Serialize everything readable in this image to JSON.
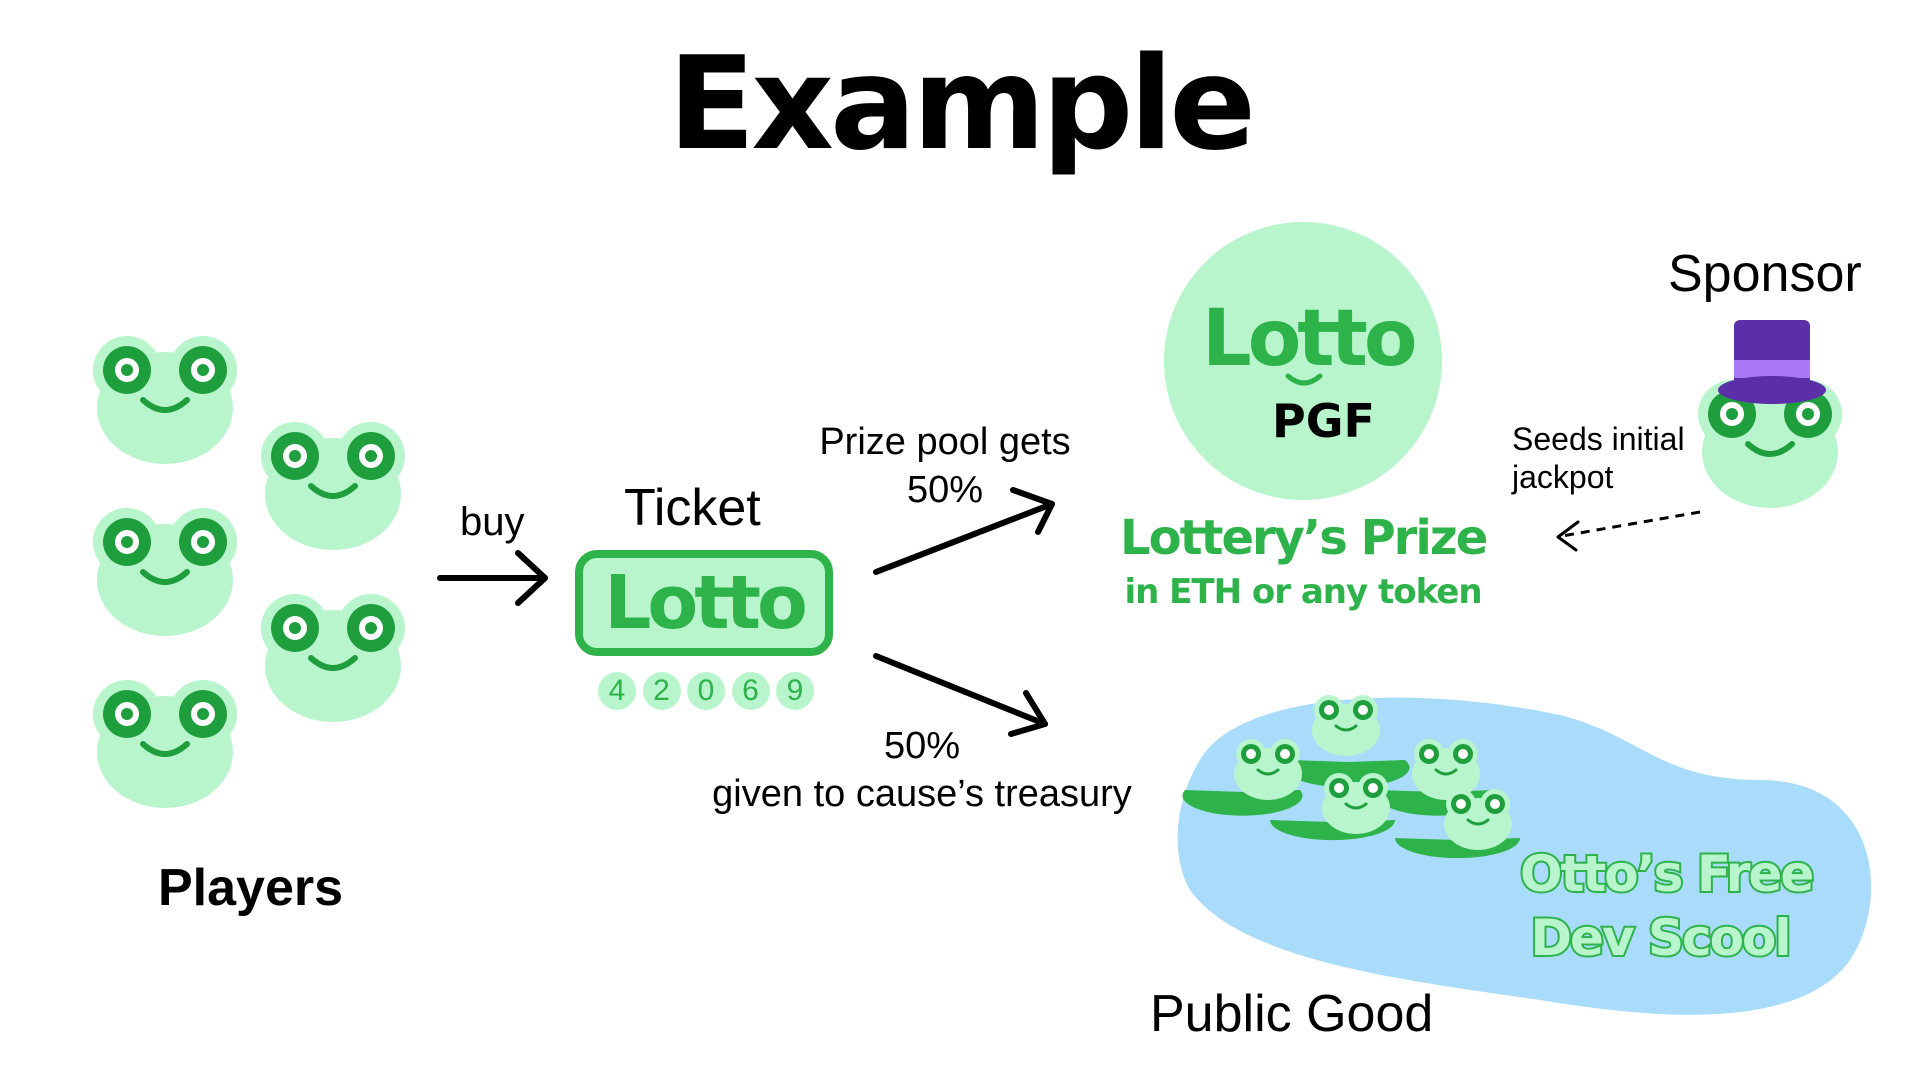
{
  "title": "Example",
  "players": {
    "label": "Players"
  },
  "buy": {
    "label": "buy"
  },
  "ticket": {
    "label": "Ticket",
    "logo_text": "Lotto",
    "numbers": [
      "4",
      "2",
      "0",
      "6",
      "9"
    ]
  },
  "prize_arrow": {
    "line1": "Prize pool gets",
    "line2": "50%"
  },
  "treasury_arrow": {
    "line1": "50%",
    "line2": "given to cause’s treasury"
  },
  "lotto_pgf": {
    "logo_text": "Lotto",
    "sub_text": "PGF"
  },
  "prize": {
    "title": "Lottery’s Prize",
    "subtitle": "in ETH or any token"
  },
  "sponsor": {
    "label": "Sponsor",
    "seed_line1": "Seeds initial",
    "seed_line2": "jackpot"
  },
  "public_good": {
    "label": "Public Good",
    "pond_line1": "Otto’s Free",
    "pond_line2": "Dev Scool"
  },
  "colors": {
    "frog_light": "#b8f5cc",
    "frog_dark": "#1f9e3e",
    "accent_green": "#2db34a",
    "pond_blue": "#a9dcfa",
    "hat_purple": "#5b2fa8",
    "hat_band": "#a978f5"
  },
  "icons": [
    "frog-icon",
    "top-hat-icon",
    "lily-pad-icon",
    "arrow-icon"
  ]
}
